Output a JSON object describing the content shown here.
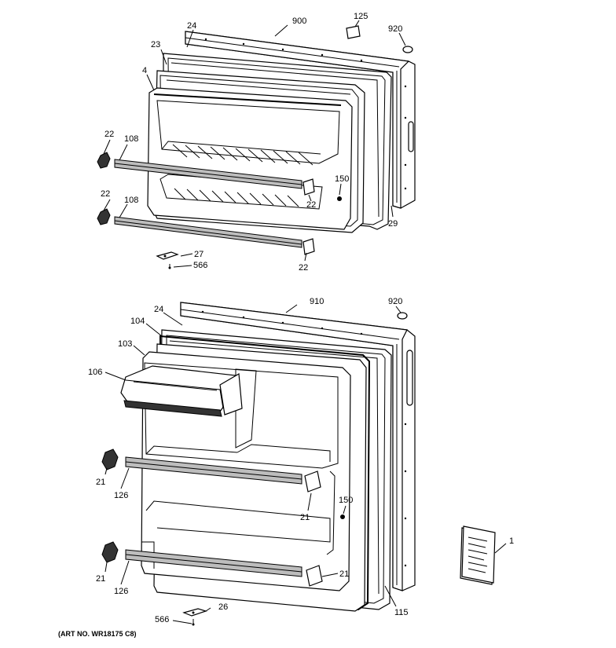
{
  "upper_door": {
    "labels": {
      "door_900": "900",
      "gasket_24": "24",
      "liner_23": "23",
      "item_4": "4",
      "cap_125": "125",
      "item_920": "920",
      "bracket_left_top": "22",
      "rail_top": "108",
      "bracket_left_bottom": "22",
      "rail_bottom": "108",
      "bracket_right_top": "22",
      "screw_150": "150",
      "hinge_29": "29",
      "hinge_27": "27",
      "screw_566": "566",
      "bracket_right_bottom": "22"
    }
  },
  "lower_door": {
    "labels": {
      "door_910": "910",
      "item_920": "920",
      "gasket_24": "24",
      "liner_104": "104",
      "item_103": "103",
      "dairy_106": "106",
      "bracket_left_top": "21",
      "rail_top": "126",
      "bracket_right_top": "21",
      "screw_150": "150",
      "bracket_left_bottom": "21",
      "rail_bottom": "126",
      "bracket_right_bottom": "21",
      "item_115": "115",
      "hinge_26": "26",
      "screw_566": "566"
    }
  },
  "manual": {
    "label": "1"
  },
  "art_number": "(ART NO. WR18175 C8)"
}
